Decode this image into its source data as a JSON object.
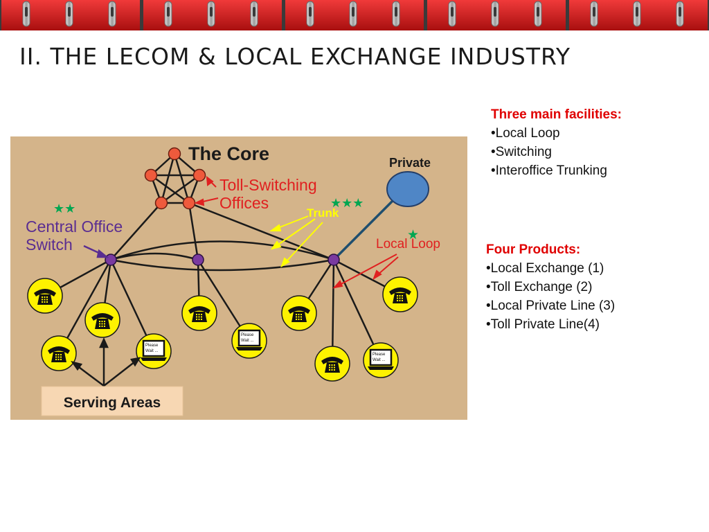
{
  "title": "II. THE LECOM & LOCAL EXCHANGE INDUSTRY",
  "facilities": {
    "heading": "Three main facilities:",
    "items": [
      "Local Loop",
      "Switching",
      "Interoffice Trunking"
    ]
  },
  "products": {
    "heading": "Four Products:",
    "items": [
      "Local Exchange (1)",
      "Toll Exchange (2)",
      "Local Private Line (3)",
      "Toll Private Line(4)"
    ]
  },
  "diagram": {
    "core_label": "The Core",
    "toll_label_line1": "Toll-Switching",
    "toll_label_line2": "Offices",
    "co_label_line1": "Central Office",
    "co_label_line2": "Switch",
    "trunk_label": "Trunk",
    "private_label": "Private",
    "local_loop_label": "Local Loop",
    "serving_areas_label": "Serving Areas",
    "stars_co": "★★",
    "stars_trunk": "★★★",
    "stars_loop": "★",
    "terminal_line1": "Please",
    "terminal_line2": "Wait ..."
  },
  "colors": {
    "diagram_bg": "#d4b48a",
    "node_orange": "#ef5a3c",
    "node_purple": "#7a3aa0",
    "phone_yellow": "#fef200",
    "private_blue": "#4f86c6",
    "heading_red": "#e00000",
    "label_red": "#e02020",
    "label_purple": "#5a2d91",
    "star_green": "#00a651",
    "trunk_yellow": "#ffff00"
  }
}
